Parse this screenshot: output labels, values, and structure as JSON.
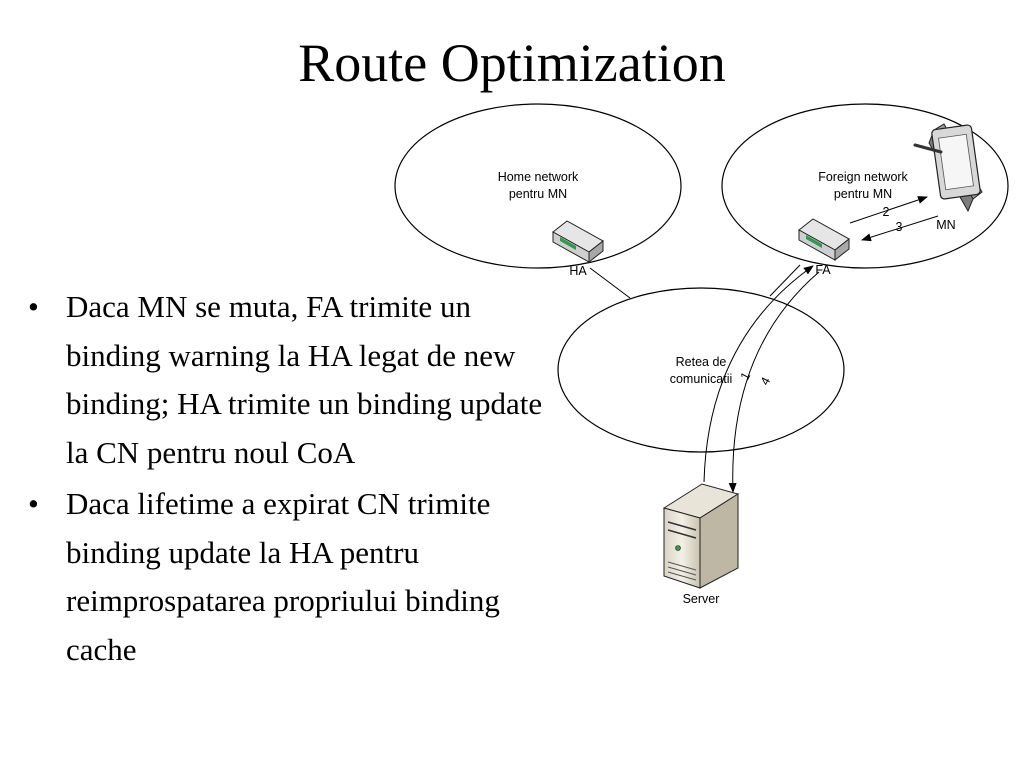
{
  "slide": {
    "title": "Route Optimization",
    "bullets": [
      "Daca MN se muta, FA trimite un binding warning la HA legat de new binding; HA trimite un binding update la CN pentru noul CoA",
      "Daca lifetime a expirat CN trimite binding update la HA pentru reimprospatarea propriului binding cache"
    ],
    "bullet_symbol": "•"
  },
  "diagram": {
    "home_network": [
      "Home network",
      "pentru MN"
    ],
    "foreign_network": [
      "Foreign network",
      "pentru MN"
    ],
    "communication_network": [
      "Retea de",
      "comunicatii"
    ],
    "ha_label": "HA",
    "fa_label": "FA",
    "mn_label": "MN",
    "server_label": "Server",
    "arrows": [
      "1",
      "2",
      "3",
      "4"
    ],
    "icons": {
      "ha": "router-icon",
      "fa": "router-icon",
      "mn": "tablet-device-icon",
      "server": "server-tower-icon"
    }
  }
}
